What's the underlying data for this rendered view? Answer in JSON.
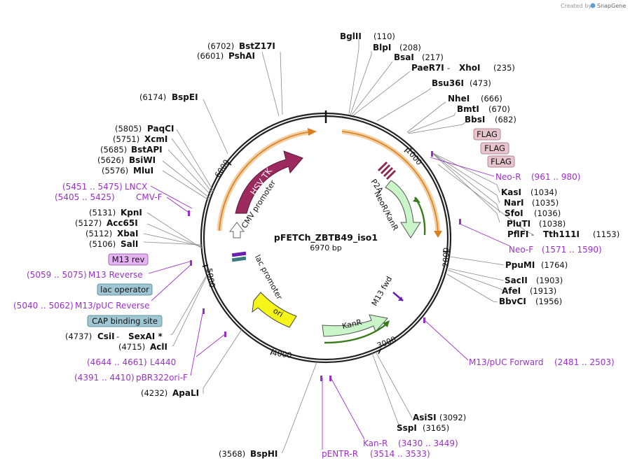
{
  "credit": {
    "created_by": "Created by",
    "brand": "SnapGene"
  },
  "plasmid": {
    "name": "pFETCh_ZBTB49_iso1",
    "length_label": "6970 bp"
  },
  "ticks": [
    "1000",
    "2000",
    "3000",
    "4000",
    "5000",
    "6000"
  ],
  "sites": {
    "bglii": {
      "name": "BglII",
      "pos": "(110)"
    },
    "blpi": {
      "name": "BlpI",
      "pos": "(208)"
    },
    "bsai": {
      "name": "BsaI",
      "pos": "(217)"
    },
    "paer7i": {
      "name": "PaeR7I",
      "sep": " - ",
      "name2": "XhoI",
      "pos": "(235)"
    },
    "bsu36i": {
      "name": "Bsu36I",
      "pos": "(473)"
    },
    "nhei": {
      "name": "NheI",
      "pos": "(666)"
    },
    "bmti": {
      "name": "BmtI",
      "pos": "(670)"
    },
    "bbsi": {
      "name": "BbsI",
      "pos": "(682)"
    },
    "kasi": {
      "name": "KasI",
      "pos": "(1034)"
    },
    "nari": {
      "name": "NarI",
      "pos": "(1035)"
    },
    "sfoi": {
      "name": "SfoI",
      "pos": "(1036)"
    },
    "pluti": {
      "name": "PluTI",
      "pos": "(1038)"
    },
    "pflfi": {
      "name": "PflFI",
      "sep": " - ",
      "name2": "Tth111I",
      "pos": "(1153)"
    },
    "ppumi": {
      "name": "PpuMI",
      "pos": "(1764)"
    },
    "sacii": {
      "name": "SacII",
      "pos": "(1903)"
    },
    "afei": {
      "name": "AfeI",
      "pos": "(1913)"
    },
    "bbvci": {
      "name": "BbvCI",
      "pos": "(1956)"
    },
    "asisi": {
      "name": "AsiSI",
      "pos": "(3092)"
    },
    "sspi": {
      "name": "SspI",
      "pos": "(3165)"
    },
    "bsphi": {
      "name": "BspHI",
      "pos": "(3568)"
    },
    "apali": {
      "name": "ApaLI",
      "pos": "(4232)"
    },
    "csii": {
      "name": "CsiI",
      "sep": " - ",
      "name2": "SexAI *",
      "pos": "(4737)"
    },
    "acli": {
      "name": "AclI",
      "pos": "(4715)"
    },
    "sali": {
      "name": "SalI",
      "pos": "(5106)"
    },
    "xbai": {
      "name": "XbaI",
      "pos": "(5112)"
    },
    "acc65i": {
      "name": "Acc65I",
      "pos": "(5127)"
    },
    "kpni": {
      "name": "KpnI",
      "pos": "(5131)"
    },
    "mlui": {
      "name": "MluI",
      "pos": "(5576)"
    },
    "bsiwi": {
      "name": "BsiWI",
      "pos": "(5626)"
    },
    "bstapi": {
      "name": "BstAPI",
      "pos": "(5685)"
    },
    "xcmi": {
      "name": "XcmI",
      "pos": "(5751)"
    },
    "paqci": {
      "name": "PaqCI",
      "pos": "(5805)"
    },
    "bspei": {
      "name": "BspEI",
      "pos": "(6174)"
    },
    "pshai": {
      "name": "PshAI",
      "pos": "(6601)"
    },
    "bstz17i": {
      "name": "BstZ17I",
      "pos": "(6702)"
    }
  },
  "primers": {
    "neo_r": {
      "name": "Neo-R",
      "range": "(961 .. 980)"
    },
    "neo_f": {
      "name": "Neo-F",
      "range": "(1571 .. 1590)"
    },
    "m13_puc_fwd": {
      "name": "M13/pUC Forward",
      "range": "(2481 .. 2503)"
    },
    "kan_r": {
      "name": "Kan-R",
      "range": "(3430 .. 3449)"
    },
    "pentr_r": {
      "name": "pENTR-R",
      "range": "(3514 .. 3533)"
    },
    "pbr322ori_f": {
      "name": "pBR322ori-F",
      "range": "(4391 .. 4410)"
    },
    "l4440": {
      "name": "L4440",
      "range": "(4644 .. 4661)"
    },
    "m13_puc_rev": {
      "name": "M13/pUC Reverse",
      "range": "(5040 .. 5062)"
    },
    "m13_reverse": {
      "name": "M13 Reverse",
      "range": "(5059 .. 5075)"
    },
    "cmv_f": {
      "name": "CMV-F",
      "range": "(5405 .. 5425)"
    },
    "lncx": {
      "name": "LNCX",
      "range": "(5451 .. 5475)"
    }
  },
  "boxed_features": {
    "flag1": "FLAG",
    "flag2": "FLAG",
    "flag3": "FLAG",
    "m13_rev": "M13 rev",
    "lac_operator": "lac operator",
    "cap_site": "CAP binding site"
  },
  "features": {
    "hsv_tk": "HSV TK",
    "cmv_promoter": "CMV promoter",
    "p2a": "P2A",
    "neor_kanr": "NeoR/KanR",
    "lac_promoter": "lac promoter",
    "ori": "ori",
    "kanr": "KanR",
    "m13_fwd": "M13 fwd"
  },
  "colors": {
    "backbone": "#222222",
    "primer": "#9b30c8",
    "hsv_tk": "#9c2a5e",
    "neor": "#c9f5c9",
    "kanr": "#c9f5c9",
    "ori": "#f5f51a",
    "flag": "#e8c4cc",
    "lac_operator": "#9fc7d3",
    "m13_rev_box": "#e6b3f2",
    "orange_arc": "#e8963a"
  }
}
